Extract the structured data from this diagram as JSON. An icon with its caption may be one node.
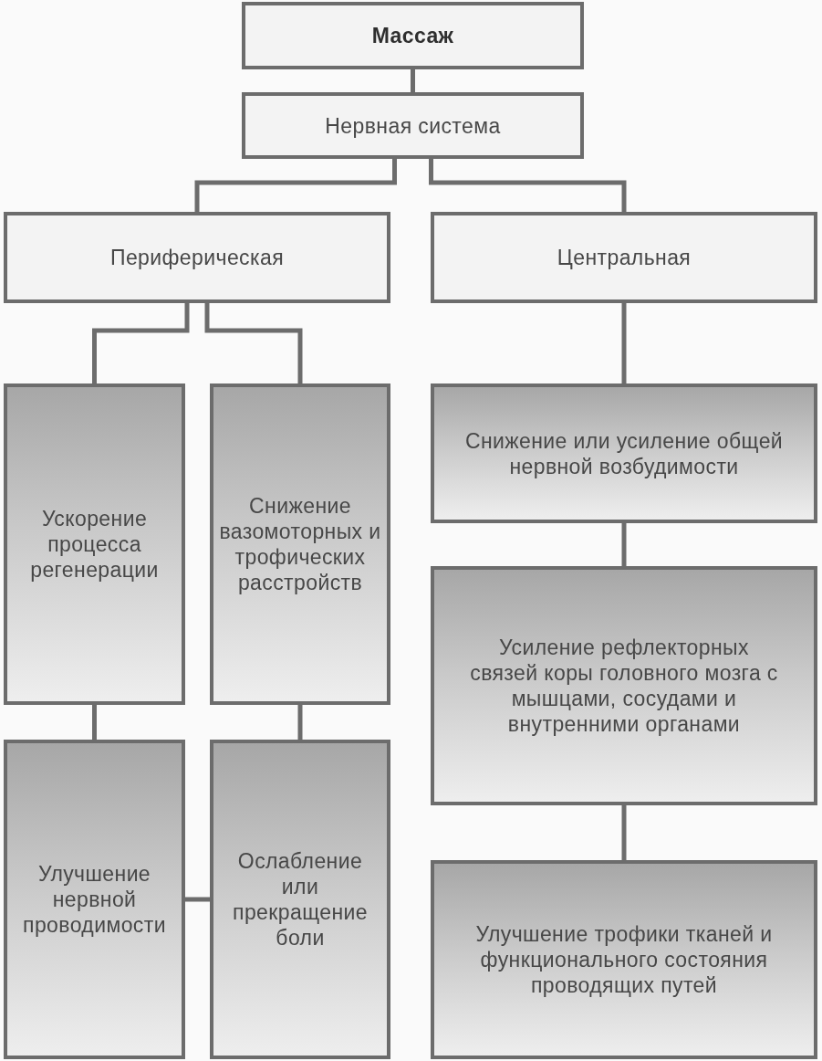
{
  "diagram": {
    "nodes": [
      {
        "text": [
          "Массаж"
        ]
      },
      {
        "text": [
          "Нервная система"
        ]
      },
      {
        "text": [
          "Периферическая"
        ]
      },
      {
        "text": [
          "Центральная"
        ]
      },
      {
        "text": [
          "Ускорение процесса регенерации"
        ]
      },
      {
        "text": [
          "Снижение вазомоторных и трофических расстройств"
        ]
      },
      {
        "text": [
          "Снижение или усиление общей нервной возбудимости"
        ]
      },
      {
        "text": [
          "Усиление рефлекторных связей коры головного мозга с мышцами, сосудами и внутренними органами"
        ]
      },
      {
        "text": [
          "Улучшение нервной проводимости"
        ]
      },
      {
        "text": [
          "Ослабление или прекращение боли"
        ]
      },
      {
        "text": [
          "Улучшение трофики тканей и функционального состояния проводящих путей"
        ]
      }
    ],
    "edges": [
      {
        "from": 0,
        "to": 1,
        "arrow": "none"
      },
      {
        "from": 1,
        "to": 2,
        "arrow": "none"
      },
      {
        "from": 1,
        "to": 3,
        "arrow": "none"
      },
      {
        "from": 2,
        "to": 4,
        "arrow": "none"
      },
      {
        "from": 2,
        "to": 5,
        "arrow": "none"
      },
      {
        "from": 3,
        "to": 6,
        "arrow": "none"
      },
      {
        "from": 4,
        "to": 8,
        "arrow": "none"
      },
      {
        "from": 5,
        "to": 9,
        "arrow": "none"
      },
      {
        "from": 6,
        "to": 7,
        "arrow": "none"
      },
      {
        "from": 7,
        "to": 10,
        "arrow": "none"
      },
      {
        "from": 8,
        "to": 9,
        "arrow": "none"
      }
    ]
  }
}
